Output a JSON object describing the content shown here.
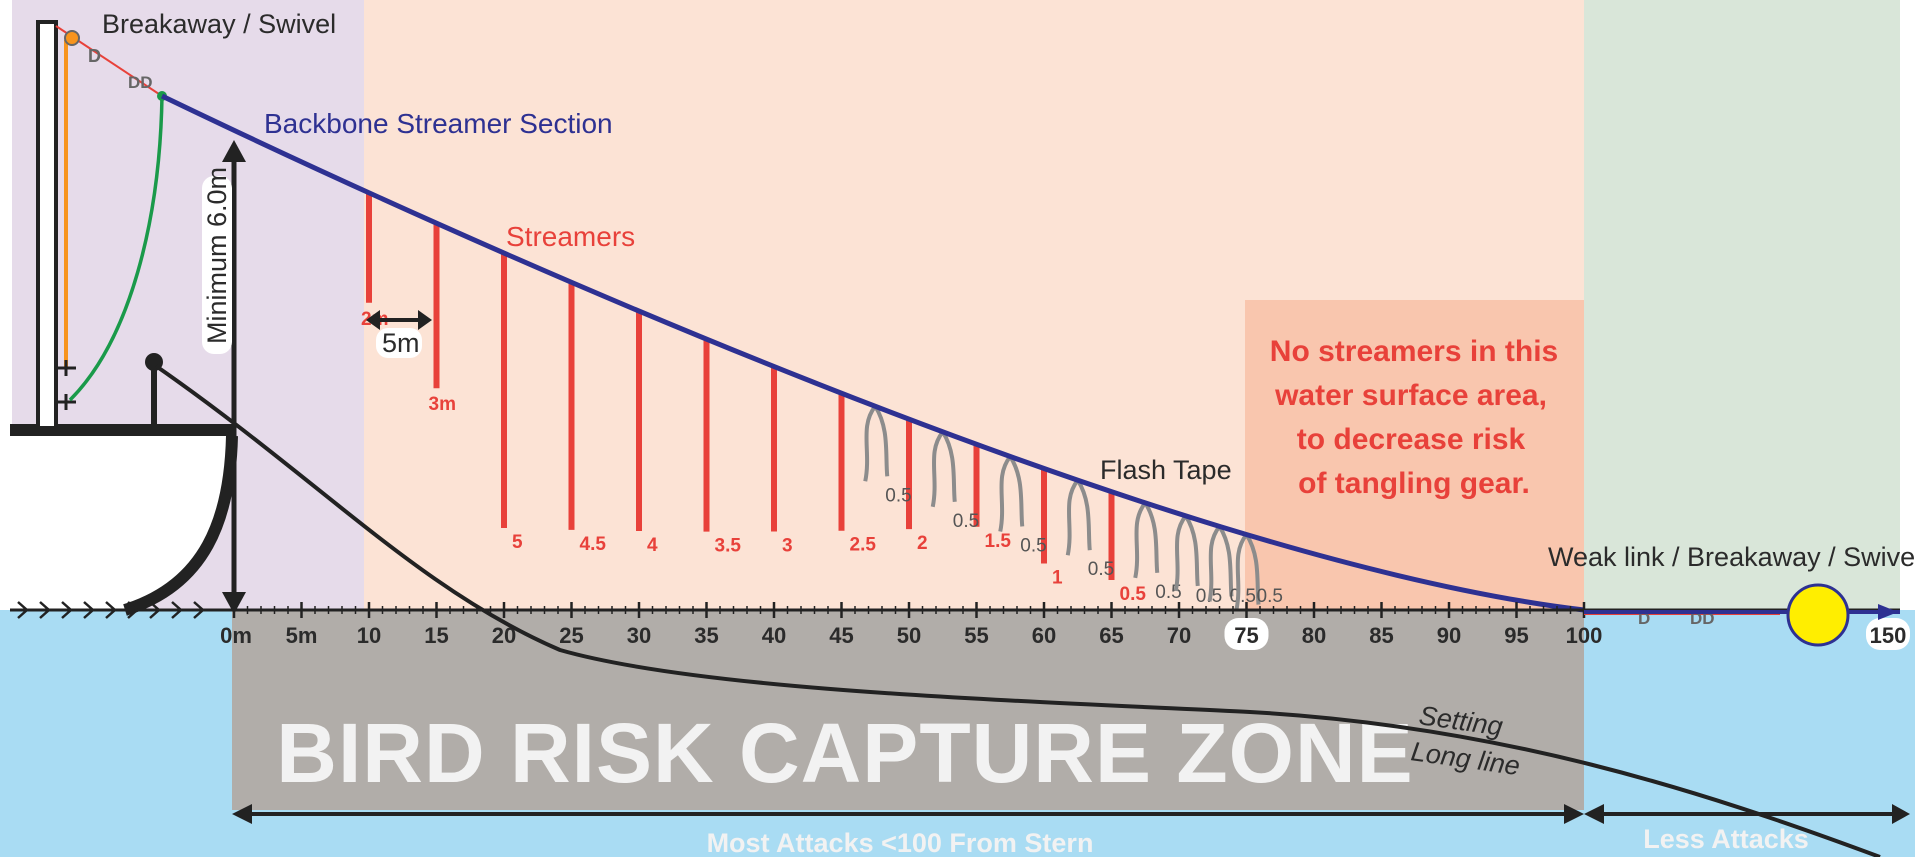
{
  "labels": {
    "breakaway_top": "Breakaway / Swivel",
    "backbone": "Backbone Streamer Section",
    "streamers": "Streamers",
    "minimum_height": "Minimum 6.0m",
    "spacing": "5m",
    "flash_tape": "Flash Tape",
    "weak_link": "Weak link / Breakaway / Swivel",
    "setting_line_1": "Setting",
    "setting_line_2": "Long line",
    "zone_title": "BIRD RISK CAPTURE ZONE",
    "most_attacks": "Most Attacks <100 From Stern",
    "less_attacks": "Less Attacks"
  },
  "note_lines": [
    "No streamers in this",
    "water surface area,",
    "to decrease risk",
    "of tangling gear."
  ],
  "axis_ticks": [
    "0m",
    "5m",
    "10",
    "15",
    "20",
    "25",
    "30",
    "35",
    "40",
    "45",
    "50",
    "55",
    "60",
    "65",
    "70",
    "75",
    "80",
    "85",
    "90",
    "95",
    "100",
    "150"
  ],
  "streamers": [
    {
      "at": 10,
      "length_label": "2m",
      "length": 2
    },
    {
      "at": 15,
      "length_label": "3m",
      "length": 3
    },
    {
      "at": 20,
      "length_label": "5",
      "length": 5
    },
    {
      "at": 25,
      "length_label": "4.5",
      "length": 4.5
    },
    {
      "at": 30,
      "length_label": "4",
      "length": 4
    },
    {
      "at": 35,
      "length_label": "3.5",
      "length": 3.5
    },
    {
      "at": 40,
      "length_label": "3",
      "length": 3
    },
    {
      "at": 45,
      "length_label": "2.5",
      "length": 2.5
    },
    {
      "at": 50,
      "length_label": "2",
      "length": 2
    },
    {
      "at": 55,
      "length_label": "1.5",
      "length": 1.5
    },
    {
      "at": 60,
      "length_label": "1",
      "length": 1
    },
    {
      "at": 65,
      "length_label": "0.5",
      "length": 0.5
    }
  ],
  "flash_tapes": [
    {
      "at": 47.5,
      "label": "0.5"
    },
    {
      "at": 52.5,
      "label": "0.5"
    },
    {
      "at": 57.5,
      "label": "0.5"
    },
    {
      "at": 62.5,
      "label": "0.5"
    },
    {
      "at": 67.5,
      "label": "0.5"
    },
    {
      "at": 70.5,
      "label": "0.5"
    },
    {
      "at": 73,
      "label": "0.5"
    },
    {
      "at": 75,
      "label": "0.5"
    }
  ],
  "colors": {
    "stern_zone": "#e6dbea",
    "streamer_zone": "#fce3d5",
    "no_streamer_zone": "#f9c6ae",
    "far_zone": "#d9e6d9",
    "water": "#a9dcf3",
    "capture_zone": "#b1ada9",
    "backbone": "#2e3192",
    "streamer": "#e8413a",
    "flash_tape": "#8c8c8c",
    "buoy": "#ffee00",
    "line": "#222222"
  }
}
